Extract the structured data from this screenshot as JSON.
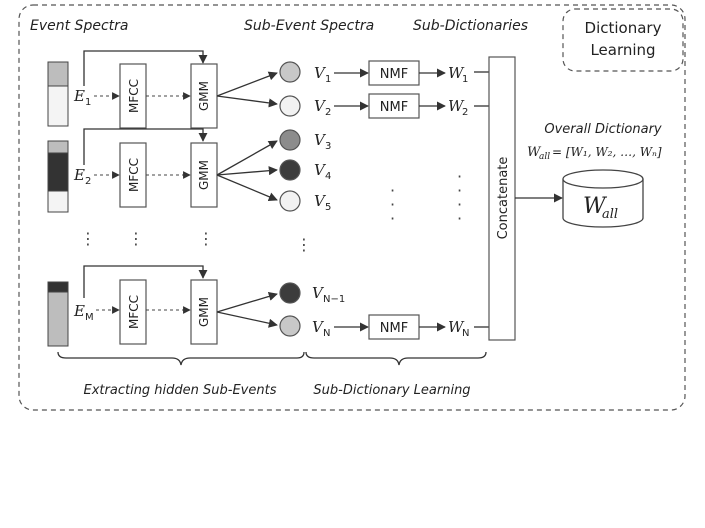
{
  "headers": {
    "event_spectra": "Event Spectra",
    "sub_event_spectra": "Sub-Event Spectra",
    "sub_dictionaries": "Sub-Dictionaries",
    "dictionary_learning_line1": "Dictionary",
    "dictionary_learning_line2": "Learning"
  },
  "events": {
    "e1": "E",
    "e1_sub": "1",
    "e2": "E",
    "e2_sub": "2",
    "em": "E",
    "em_sub": "M"
  },
  "blocks": {
    "mfcc": "MFCC",
    "gmm": "GMM",
    "nmf": "NMF",
    "concatenate": "Concatenate"
  },
  "sub_events": {
    "v1": "V",
    "v1_sub": "1",
    "v2": "V",
    "v2_sub": "2",
    "v3": "V",
    "v3_sub": "3",
    "v4": "V",
    "v4_sub": "4",
    "v5": "V",
    "v5_sub": "5",
    "vn1": "V",
    "vn1_sub": "N−1",
    "vn": "V",
    "vn_sub": "N"
  },
  "dictionaries": {
    "w1": "W",
    "w1_sub": "1",
    "w2": "W",
    "w2_sub": "2",
    "wn": "W",
    "wn_sub": "N"
  },
  "overall": {
    "label": "Overall Dictionary",
    "formula_lhs": "W",
    "formula_lhs_sub": "all",
    "formula_rhs": " = [W₁, W₂, …, Wₙ]",
    "cylinder_w": "W",
    "cylinder_sub": "all"
  },
  "footers": {
    "extracting": "Extracting hidden Sub-Events",
    "sub_dictionary_learning": "Sub-Dictionary Learning"
  },
  "colors": {
    "circle_light": "#c8c8c8",
    "circle_white": "#f2f2f2",
    "circle_mid": "#8c8c8c",
    "circle_dark": "#3c3c3c",
    "bar_light": "#bdbdbd",
    "bar_dark": "#333333",
    "bar_white": "#f4f4f4"
  }
}
